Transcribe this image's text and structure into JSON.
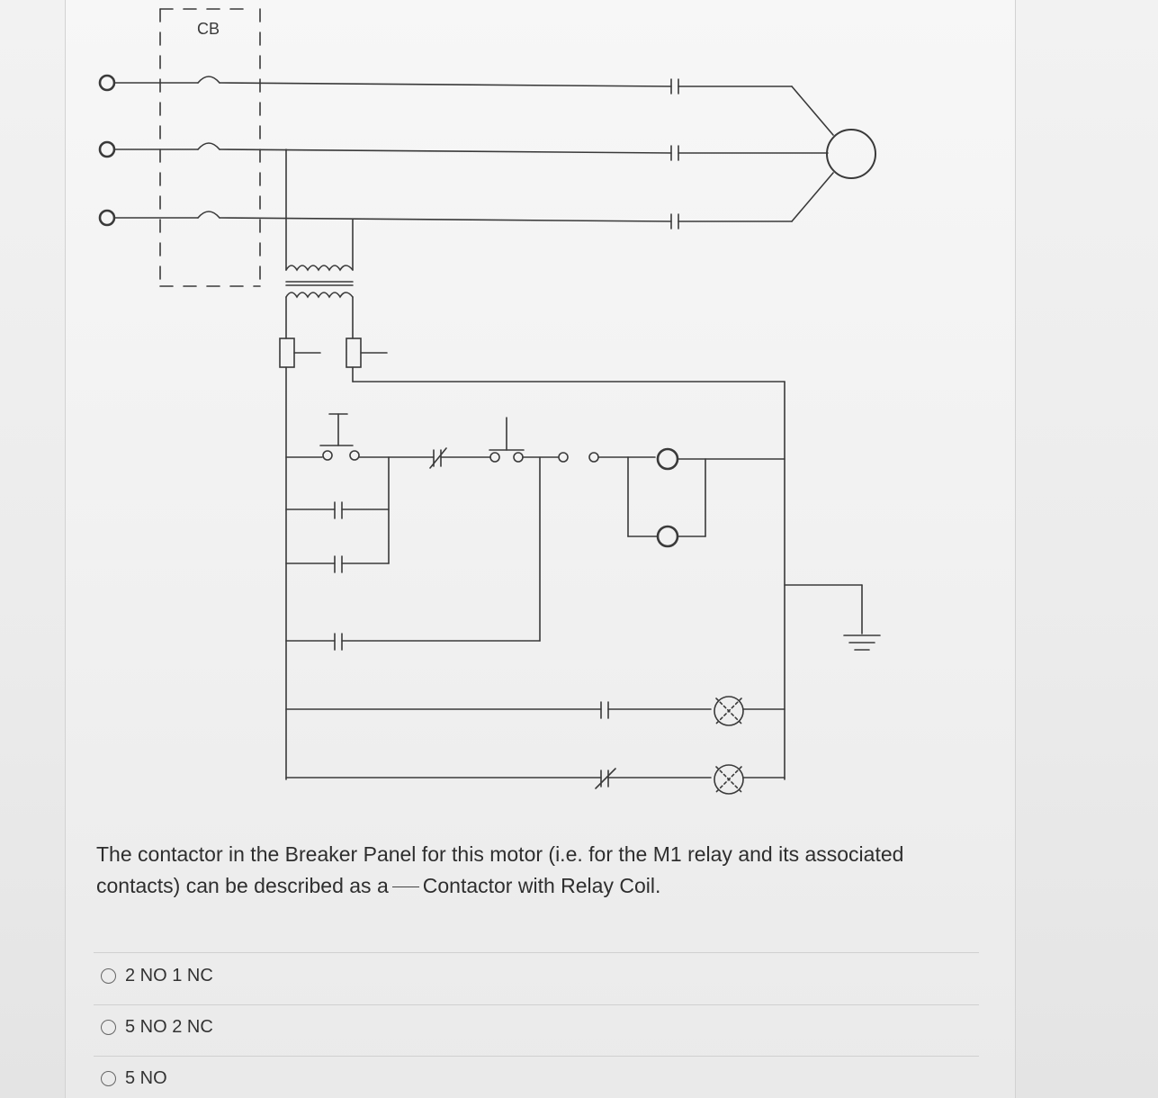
{
  "diagram": {
    "breaker_label": "CB"
  },
  "question": {
    "text_before": "The contactor in the Breaker Panel for this motor (i.e. for the M1 relay and its associated contacts) can be described as a",
    "text_after": "Contactor with Relay Coil."
  },
  "options": [
    {
      "label": "2 NO 1 NC",
      "selected": false
    },
    {
      "label": "5 NO 2 NC",
      "selected": false
    },
    {
      "label": "5 NO",
      "selected": false
    }
  ]
}
